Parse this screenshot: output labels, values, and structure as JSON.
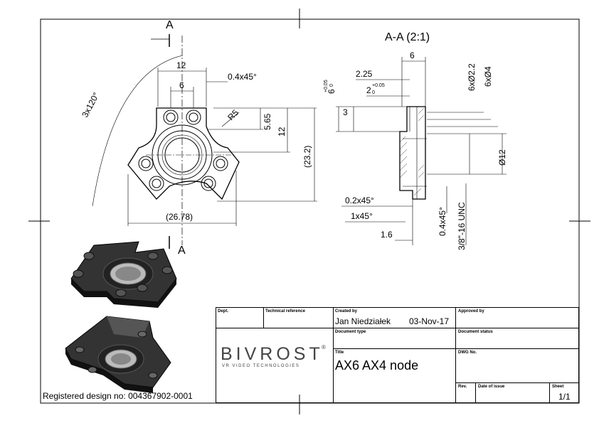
{
  "drawing": {
    "section_marker": "A",
    "section_title": "A-A (2:1)",
    "dims_front": {
      "d12": "12",
      "d6": "6",
      "chamfer": "0.4x45°",
      "angle": "3x120°",
      "radius": "R5",
      "d565": "5.65",
      "h12": "12",
      "h232": "(23.2)",
      "w2678": "(26.78)"
    },
    "dims_section": {
      "d6": "6",
      "d225": "2.25",
      "d2": "2",
      "tol2": "+0.05",
      "tol2b": "0",
      "d6v": "6",
      "tol6": "+0.05",
      "tol6b": "0",
      "d3": "3",
      "holes22": "6xØ2.2",
      "holes4": "6xØ4",
      "dia12": "Ø12",
      "ch02": "0.2x45°",
      "ch1": "1x45°",
      "d16": "1.6",
      "ch04": "0.4x45°",
      "thread": "3/8\"-16 UNC"
    }
  },
  "title_block": {
    "dept_label": "Dept.",
    "tech_ref_label": "Technical reference",
    "created_by_label": "Created by",
    "created_by_value": "Jan Niedziałek",
    "created_date": "03-Nov-17",
    "approved_by_label": "Approved by",
    "doc_type_label": "Document type",
    "doc_status_label": "Document status",
    "title_label": "Title",
    "title_value": "AX6 AX4 node",
    "dwg_no_label": "DWG No.",
    "rev_label": "Rev.",
    "date_issue_label": "Date of issue",
    "sheet_label": "Sheet",
    "sheet_value": "1/1",
    "logo_text": "BIVROST",
    "logo_sub": "VR VIDEO TECHNOLOGIES",
    "logo_reg": "®"
  },
  "footer": {
    "registered": "Registered design no: 004367902-0001"
  }
}
